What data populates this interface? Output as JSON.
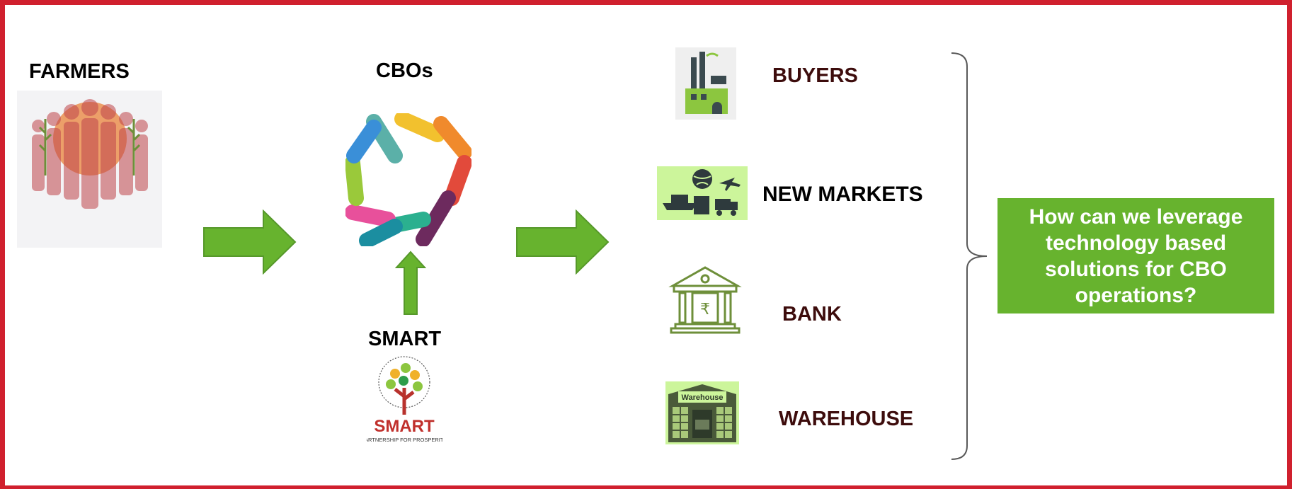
{
  "nodes": {
    "farmers": "FARMERS",
    "cbos": "CBOs",
    "smart": "SMART",
    "buyers": "BUYERS",
    "new_markets": "NEW MARKETS",
    "bank": "BANK",
    "warehouse": "WAREHOUSE"
  },
  "logos": {
    "smart_logo_text": "SMART",
    "smart_logo_tagline": "PARTNERSHIP FOR PROSPERITY",
    "warehouse_sign": "Warehouse",
    "bank_symbol": "₹"
  },
  "callout": {
    "text": "How can we leverage technology based solutions for CBO operations?"
  },
  "colors": {
    "border": "#d0202e",
    "arrow": "#67b32e",
    "callout_bg": "#67b32e",
    "callout_text": "#ffffff",
    "target_label": "#3d0c0c",
    "icon_green": "#6e8f3a",
    "icon_bg": "#ccf59b"
  }
}
